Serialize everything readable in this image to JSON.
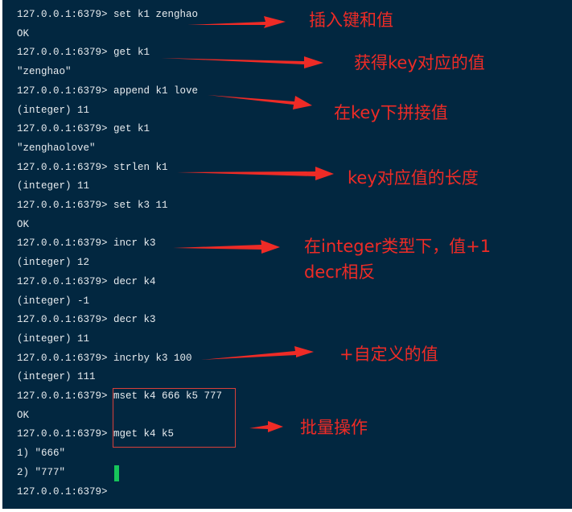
{
  "terminal": {
    "lines": [
      "127.0.0.1:6379> set k1 zenghao",
      "OK",
      "127.0.0.1:6379> get k1",
      "\"zenghao\"",
      "127.0.0.1:6379> append k1 love",
      "(integer) 11",
      "127.0.0.1:6379> get k1",
      "\"zenghaolove\"",
      "127.0.0.1:6379> strlen k1",
      "(integer) 11",
      "127.0.0.1:6379> set k3 11",
      "OK",
      "127.0.0.1:6379> incr k3",
      "(integer) 12",
      "127.0.0.1:6379> decr k4",
      "(integer) -1",
      "127.0.0.1:6379> decr k3",
      "(integer) 11",
      "127.0.0.1:6379> incrby k3 100",
      "(integer) 111",
      "127.0.0.1:6379> mset k4 666 k5 777",
      "OK",
      "127.0.0.1:6379> mget k4 k5",
      "1) \"666\"",
      "2) \"777\"",
      "127.0.0.1:6379>"
    ],
    "cursor_color": "#16c55a"
  },
  "annotations": {
    "color": "#ee2b26",
    "set": "插入键和值",
    "get": "获得key对应的值",
    "append": "在key下拼接值",
    "strlen": "key对应值的长度",
    "incr_line1": "在integer类型下，值+1",
    "incr_line2": "decr相反",
    "incrby": "+自定义的值",
    "batch": "批量操作"
  }
}
